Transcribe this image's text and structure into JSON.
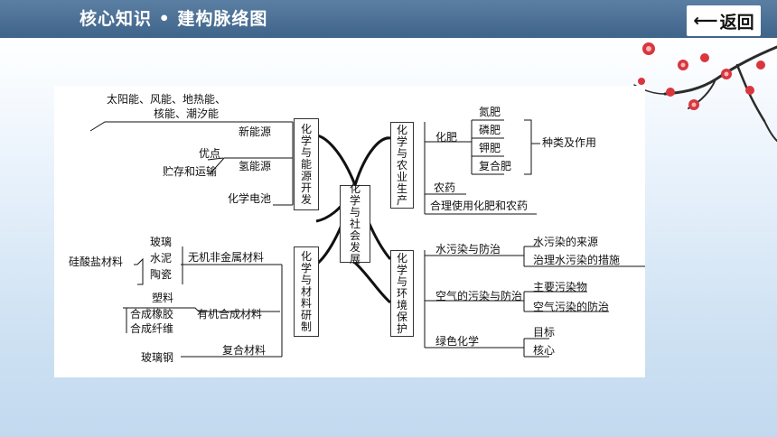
{
  "header": {
    "title": "核心知识 • 建构脉络图",
    "back_label": "返回",
    "back_arrow": "⟵"
  },
  "mindmap": {
    "center": "化学与社会发展",
    "branches": {
      "energy": "化学与能源开发",
      "agri": "化学与农业生产",
      "material": "化学与材料研制",
      "env": "化学与环境保护"
    },
    "energy": {
      "new_energy": "新能源",
      "new_energy_items_1": "太阳能、风能、地热能、",
      "new_energy_items_2": "核能、潮汐能",
      "hydrogen": "氢能源",
      "hydrogen_items": [
        "优点",
        "贮存和运输"
      ],
      "battery": "化学电池"
    },
    "material": {
      "inorganic": "无机非金属材料",
      "silicate": "硅酸盐材料",
      "silicate_items": [
        "玻璃",
        "水泥",
        "陶瓷"
      ],
      "organic": "有机合成材料",
      "organic_items": [
        "塑料",
        "合成橡胶",
        "合成纤维"
      ],
      "composite": "复合材料",
      "composite_items": [
        "玻璃钢"
      ]
    },
    "agri": {
      "fertilizer": "化肥",
      "fertilizer_items": [
        "氮肥",
        "磷肥",
        "钾肥",
        "复合肥"
      ],
      "fertilizer_role": "种类及作用",
      "pesticide": "农药",
      "rational_use": "合理使用化肥和农药"
    },
    "env": {
      "water": "水污染与防治",
      "water_items": [
        "水污染的来源",
        "治理水污染的措施"
      ],
      "air": "空气的污染与防治",
      "air_items": [
        "主要污染物",
        "空气污染的防治"
      ],
      "green": "绿色化学",
      "green_items": [
        "目标",
        "核心"
      ]
    }
  }
}
